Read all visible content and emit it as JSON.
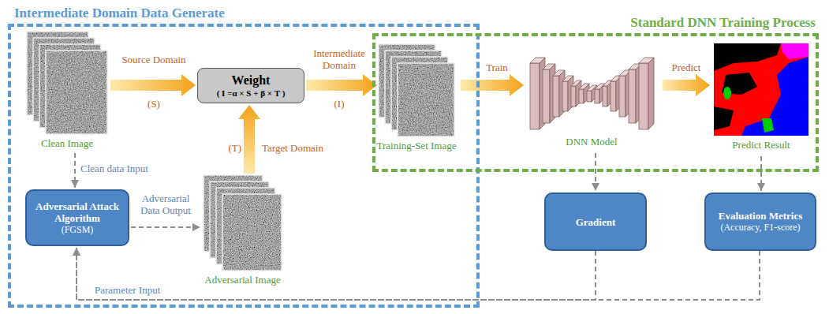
{
  "diagram": {
    "nodes": [
      {
        "text": [
          "Intermediate Domain Data Generate"
        ]
      },
      {
        "text": [
          "Standard DNN Training Process"
        ]
      },
      {
        "text": [
          "Clean Image"
        ],
        "in": 0
      },
      {
        "text": [
          "Weight",
          "( I =α × S + β × T )"
        ],
        "in": 0
      },
      {
        "text": [
          "Adversarial Attack Algorithm",
          "(FGSM)"
        ],
        "in": 0
      },
      {
        "text": [
          "Adversarial Image"
        ],
        "in": 0
      },
      {
        "text": [
          "Training-Set Image"
        ],
        "in": 1
      },
      {
        "text": [
          "DNN Model"
        ],
        "in": 1
      },
      {
        "text": [
          "Predict Result"
        ],
        "in": 1
      },
      {
        "text": [
          "Gradient"
        ]
      },
      {
        "text": [
          "Evaluation Metrics",
          "(Accuracy, F1-score)"
        ]
      }
    ],
    "edges": [
      {
        "from": 2,
        "to": 3,
        "arrow": "to",
        "label": "Source Domain"
      },
      {
        "from": 3,
        "to": 6,
        "arrow": "to",
        "label": "Intermediate Domain"
      },
      {
        "from": 5,
        "to": 3,
        "arrow": "to",
        "label": "Target Domain"
      },
      {
        "from": 2,
        "to": 4,
        "arrow": "to",
        "label": "Clean data Input"
      },
      {
        "from": 4,
        "to": 5,
        "arrow": "to",
        "label": "Adversarial Data Output"
      },
      {
        "from": 6,
        "to": 7,
        "arrow": "to",
        "label": "Train"
      },
      {
        "from": 7,
        "to": 8,
        "arrow": "to",
        "label": "Predict"
      },
      {
        "from": 7,
        "to": 9,
        "arrow": "to"
      },
      {
        "from": 8,
        "to": 10,
        "arrow": "to"
      },
      {
        "from": 9,
        "to": 4,
        "arrow": "to",
        "label": "Parameter Input"
      },
      {
        "from": 10,
        "to": 4,
        "arrow": "to"
      }
    ],
    "labels": [
      "(S)",
      "(I)",
      "(T)"
    ]
  }
}
